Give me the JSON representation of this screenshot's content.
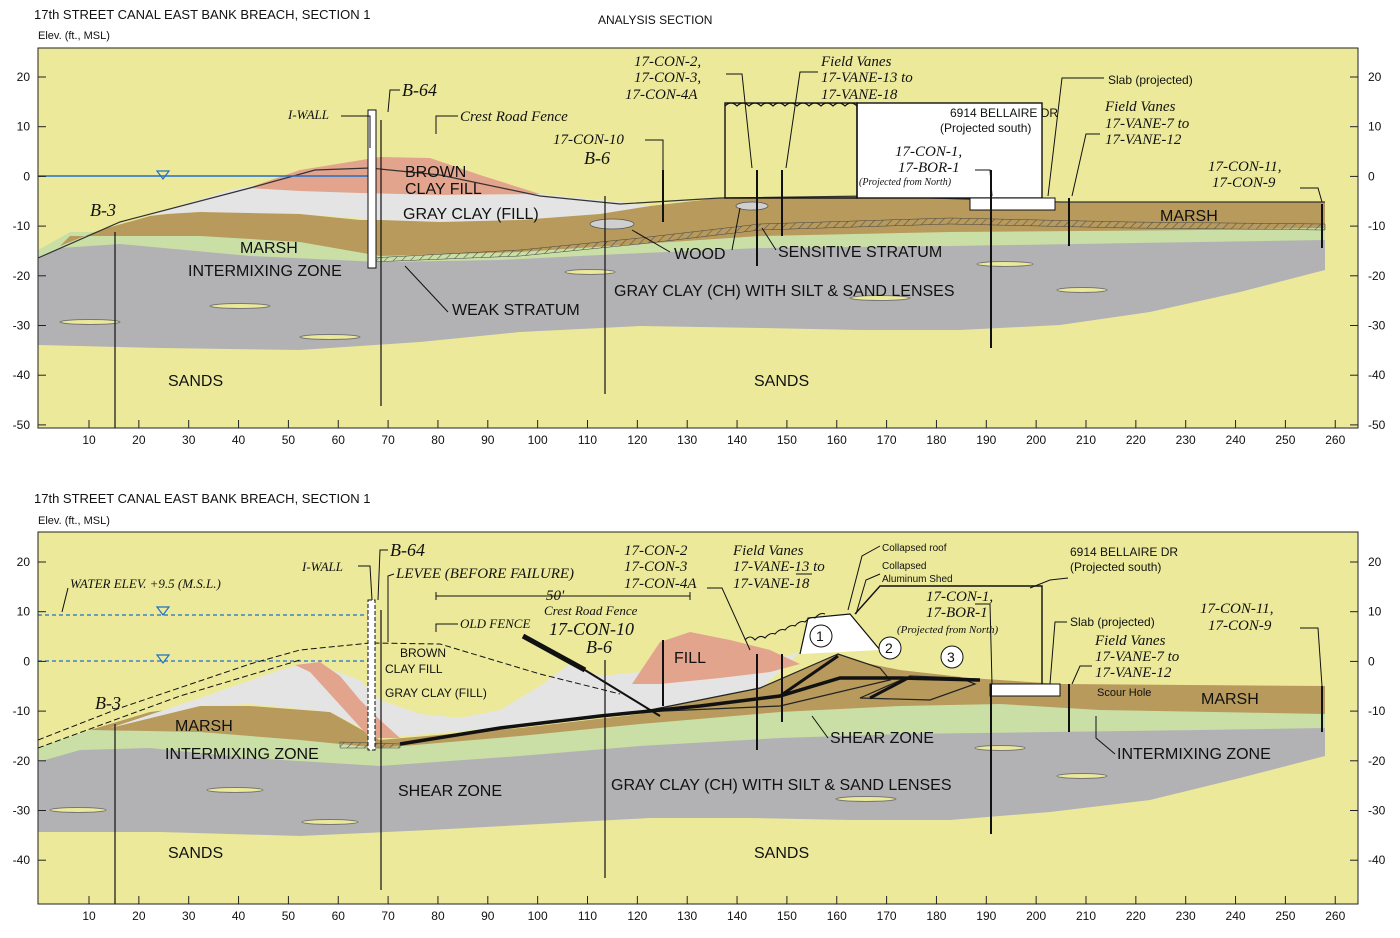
{
  "colors": {
    "sand": "#ecea9a",
    "gray_clay": "#b2b2b4",
    "intermixing": "#c9dfa6",
    "marsh": "#b79a5c",
    "gray_fill": "#e4e4e4",
    "brown_fill": "#e3a48e",
    "water": "#1f6fc9"
  },
  "top": {
    "title": "17th STREET CANAL EAST BANK BREACH, SECTION 1",
    "elev_label": "Elev. (ft., MSL)",
    "analysis_label": "ANALYSIS SECTION",
    "y_ticks": [
      "20",
      "10",
      "0",
      "-10",
      "-20",
      "-30",
      "-40",
      "-50"
    ],
    "x_ticks": [
      "10",
      "20",
      "30",
      "40",
      "50",
      "60",
      "70",
      "80",
      "90",
      "100",
      "110",
      "120",
      "130",
      "140",
      "150",
      "160",
      "170",
      "180",
      "190",
      "200",
      "210",
      "220",
      "230",
      "240",
      "250",
      "260"
    ],
    "labels": {
      "brown_clay_fill_1": "BROWN",
      "brown_clay_fill_2": "CLAY FILL",
      "gray_clay_fill": "GRAY CLAY (FILL)",
      "marsh": "MARSH",
      "marsh_right": "MARSH",
      "intermixing": "INTERMIXING ZONE",
      "weak_stratum": "WEAK STRATUM",
      "wood": "WOOD",
      "sensitive_stratum": "SENSITIVE STRATUM",
      "gray_clay_ch": "GRAY CLAY (CH) WITH SILT & SAND LENSES",
      "sands_left": "SANDS",
      "sands_mid": "SANDS",
      "b3": "B-3",
      "b64": "B-64",
      "b6": "B-6",
      "iwall": "I-WALL",
      "crest_fence": "Crest Road Fence",
      "con10": "17-CON-10",
      "con2": "17-CON-2,",
      "con3": "17-CON-3,",
      "con4a": "17-CON-4A",
      "field_vanes": "Field Vanes",
      "vane13": "17-VANE-13  to",
      "vane18": "17-VANE-18",
      "bellaire_1": "6914 BELLAIRE DR",
      "bellaire_2": "(Projected south)",
      "con1": "17-CON-1,",
      "bor1": "17-BOR-1",
      "proj_north": "(Projected from North)",
      "slab": "Slab (projected)",
      "field_vanes_r": "Field Vanes",
      "vane7": "17-VANE-7  to",
      "vane12": "17-VANE-12",
      "con11": "17-CON-11,",
      "con9": "17-CON-9"
    }
  },
  "bottom": {
    "title": "17th STREET CANAL EAST BANK BREACH, SECTION 1",
    "elev_label": "Elev. (ft., MSL)",
    "y_ticks": [
      "20",
      "10",
      "0",
      "-10",
      "-20",
      "-30",
      "-40"
    ],
    "x_ticks": [
      "10",
      "20",
      "30",
      "40",
      "50",
      "60",
      "70",
      "80",
      "90",
      "100",
      "110",
      "120",
      "130",
      "140",
      "150",
      "160",
      "170",
      "180",
      "190",
      "200",
      "210",
      "220",
      "230",
      "240",
      "250",
      "260"
    ],
    "labels": {
      "water_elev": "WATER ELEV.  +9.5  (M.S.L.)",
      "iwall": "I-WALL",
      "b64": "B-64",
      "levee": "LEVEE  (BEFORE FAILURE)",
      "old_fence": "OLD  FENCE",
      "dist50": "50'",
      "crest_fence": "Crest Road Fence",
      "con10": "17-CON-10",
      "b6": "B-6",
      "fill": "FILL",
      "brown_1": "BROWN",
      "brown_2": "CLAY FILL",
      "gray_clay_fill": "GRAY CLAY (FILL)",
      "b3": "B-3",
      "marsh": "MARSH",
      "intermixing": "INTERMIXING ZONE",
      "shear_zone_l": "SHEAR ZONE",
      "shear_zone_r": "SHEAR ZONE",
      "gray_clay_ch": "GRAY CLAY (CH) WITH SILT & SAND LENSES",
      "sands_left": "SANDS",
      "sands_mid": "SANDS",
      "con2": "17-CON-2",
      "con3": "17-CON-3",
      "con4a": "17-CON-4A",
      "field_vanes": "Field Vanes",
      "vane13": "17-VANE-13  to",
      "vane18": "17-VANE-18",
      "collapsed_roof": "Collapsed roof",
      "collapsed_shed_1": "Collapsed",
      "collapsed_shed_2": "Aluminum Shed",
      "block1": "1",
      "block2": "2",
      "block3": "3",
      "bellaire_1": "6914 BELLAIRE DR",
      "bellaire_2": "(Projected south)",
      "con1": "17-CON-1,",
      "bor1": "17-BOR-1",
      "proj_north": "(Projected from North)",
      "slab": "Slab (projected)",
      "scour": "Scour Hole",
      "field_vanes_r": "Field Vanes",
      "vane7": "17-VANE-7  to",
      "vane12": "17-VANE-12",
      "con11": "17-CON-11,",
      "con9": "17-CON-9",
      "marsh_r": "MARSH",
      "intermixing_r": "INTERMIXING ZONE"
    }
  }
}
